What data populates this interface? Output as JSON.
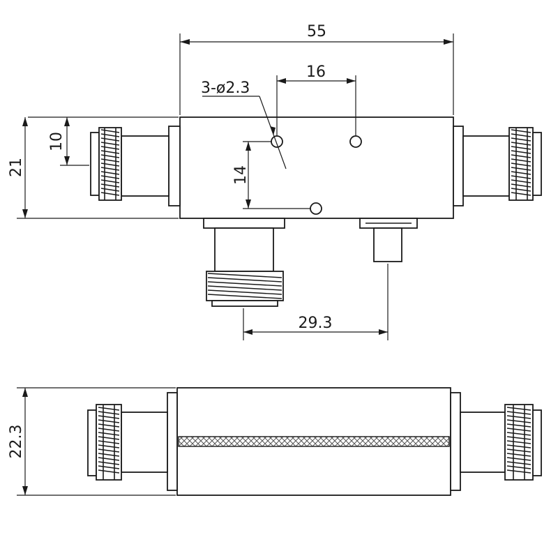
{
  "dimensions": {
    "top_width": "55",
    "hole_spacing_h": "16",
    "hole_spec": "3-ø2.3",
    "left_offset": "10",
    "body_height": "21",
    "hole_spacing_v": "14",
    "port_spacing": "29.3",
    "side_height": "22.3"
  }
}
